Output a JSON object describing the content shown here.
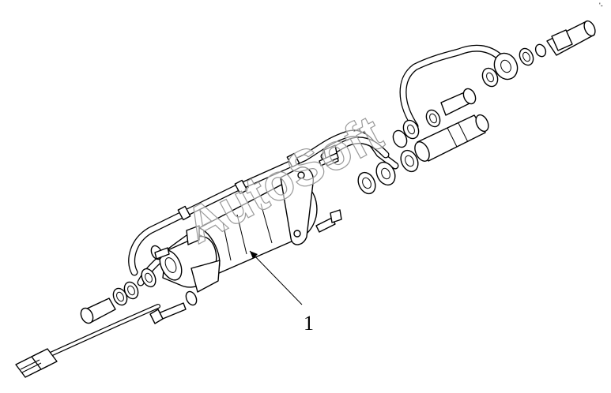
{
  "diagram": {
    "callouts": [
      {
        "number": "1",
        "part": "fuel-filter-housing"
      }
    ],
    "watermark": "AutoSoft",
    "corner_mark": "'-"
  }
}
